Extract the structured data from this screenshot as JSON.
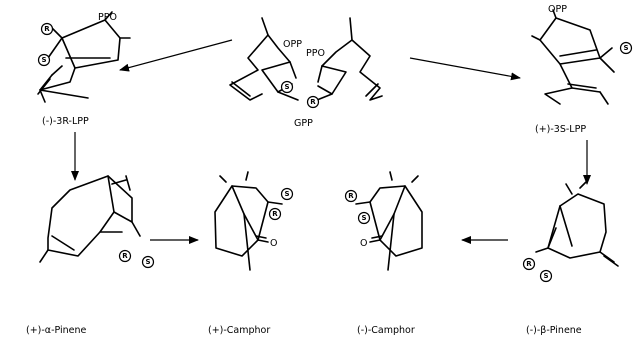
{
  "compounds": {
    "lpp_minus": "(-)-3R-LPP",
    "gpp": "GPP",
    "lpp_plus": "(+)-3S-LPP",
    "a_pinene": "(+)-α-Pinene",
    "camphor_plus": "(+)-Camphor",
    "camphor_minus": "(-)-Camphor",
    "b_pinene": "(-)-β-Pinene"
  },
  "groups": {
    "ppo_left": "PPO",
    "opp_gpp_left": "OPP",
    "ppo_gpp_right": "PPO",
    "opp_right": "OPP",
    "carbonyl_o_left": "O",
    "carbonyl_o_right": "O"
  },
  "stereo_badges": {
    "r": "R",
    "s": "S"
  }
}
